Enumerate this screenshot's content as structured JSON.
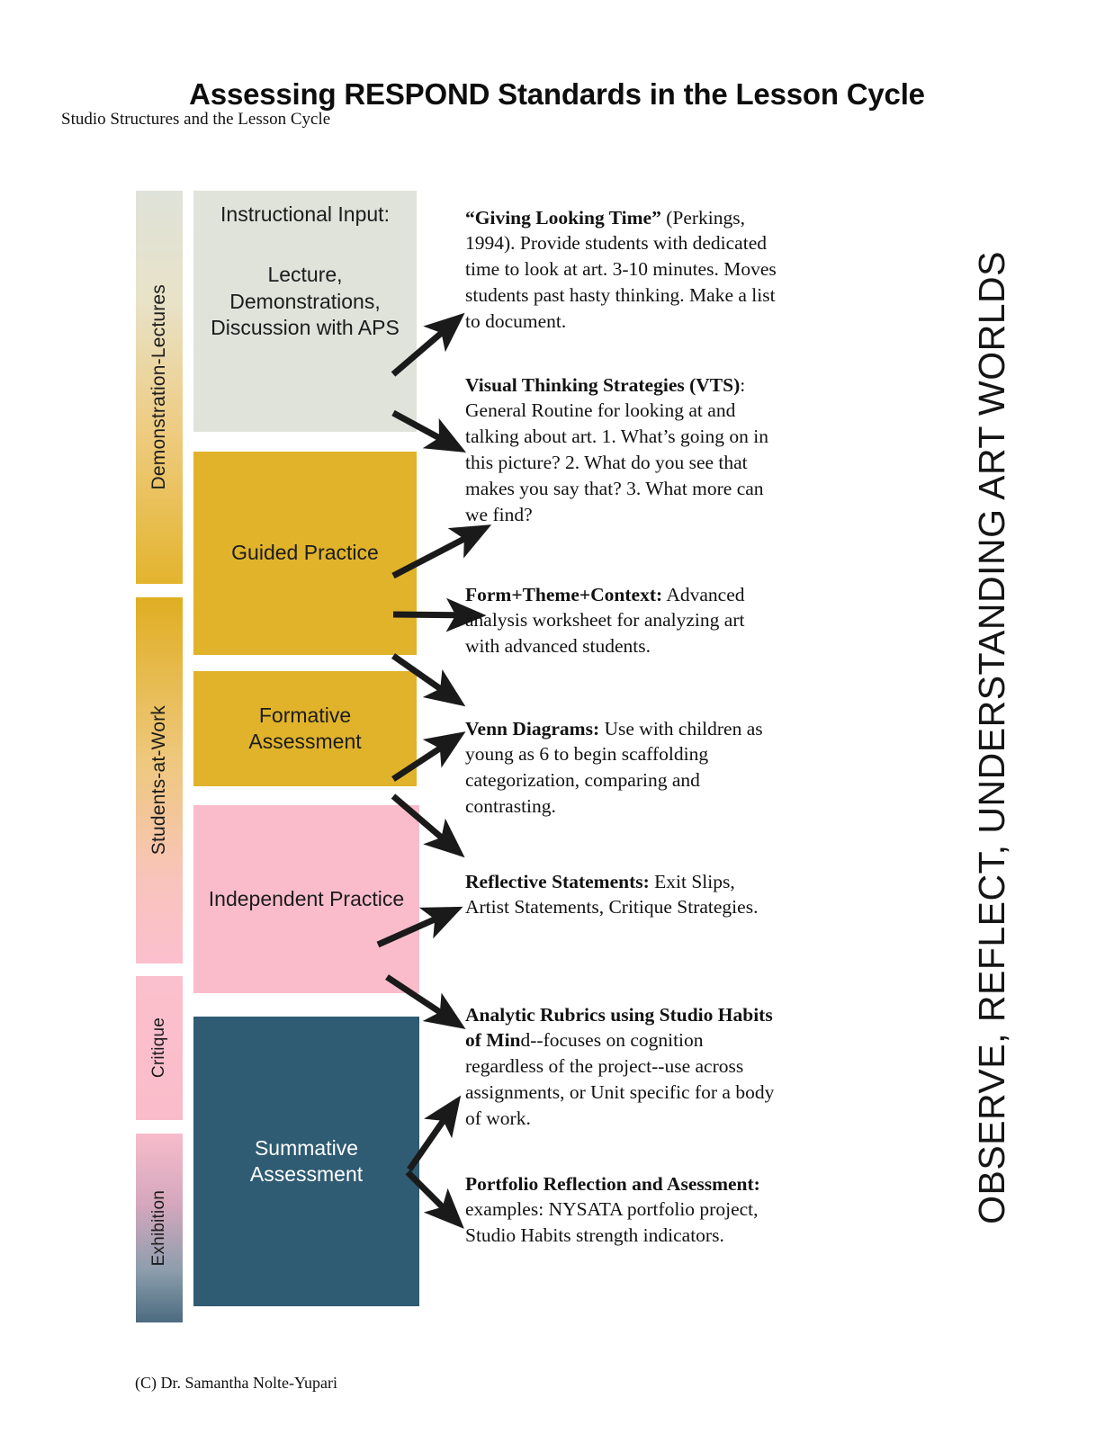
{
  "header": {
    "title": "Assessing RESPOND Standards in the Lesson Cycle",
    "subtitle": "Studio Structures and the Lesson Cycle"
  },
  "phases": [
    {
      "label": "Demonstration-Lectures",
      "gradient_from": "#dfe2d9",
      "gradient_to": "#e3b42e"
    },
    {
      "label": "Students-at-Work",
      "gradient_from": "#e0ae22",
      "gradient_to": "#fbc0ce"
    },
    {
      "label": "Critique",
      "gradient_from": "#fbc0cd",
      "gradient_to": "#fabcca"
    },
    {
      "label": "Exhibition",
      "gradient_from": "#f7bccb",
      "gradient_to": "#4b6b80"
    }
  ],
  "stages": [
    {
      "heading": "Instructional Input:",
      "body": "Lecture, Demonstrations, Discussion with APS",
      "color": "#dfe3da",
      "text_color": "#1c1c1c"
    },
    {
      "label": "Guided Practice",
      "color": "#e0b32b",
      "text_color": "#1c1c1c"
    },
    {
      "label": "Formative Assessment",
      "color": "#e0b32b",
      "text_color": "#1c1c1c"
    },
    {
      "label": "Independent Practice",
      "color": "#fabccb",
      "text_color": "#1c1c1c"
    },
    {
      "label": "Summative Assessment",
      "color": "#2f5c73",
      "text_color": "#ffffff"
    }
  ],
  "notes": [
    {
      "title": "“Giving Looking Time”",
      "rest": " (Perkings, 1994).  Provide students with dedicated time to look at art. 3-10 minutes. Moves students past hasty thinking. Make a list to document."
    },
    {
      "title": "Visual Thinking Strategies (VTS)",
      "rest": ": General Routine for looking at and talking about art.  1. What’s going on in this picture? 2. What do you see that makes you say that? 3. What more can we find?"
    },
    {
      "title": "Form+Theme+Context:",
      "rest": "  Advanced analysis worksheet for analyzing art with advanced students."
    },
    {
      "title": "Venn Diagrams:",
      "rest": "  Use with children as young as 6 to begin scaffolding categorization, comparing and contrasting."
    },
    {
      "title": "Reflective Statements:",
      "rest": " Exit Slips, Artist Statements, Critique Strategies."
    },
    {
      "title": "Analytic Rubrics using Studio Habits of Min",
      "rest": "d--focuses on cognition regardless of the project--use across assignments, or Unit specific for a body of work."
    },
    {
      "title": "Portfolio Reflection and Asessment:",
      "rest": "\nexamples: NYSATA portfolio project, Studio Habits strength indicators."
    }
  ],
  "banner": {
    "text": "OBSERVE, REFLECT, UNDERSTANDING ART WORLDS"
  },
  "footer": {
    "credit": "(C) Dr. Samantha Nolte-Yupari"
  },
  "colors": {
    "gold": "#e0b32b",
    "pink": "#fabccb",
    "deep_blue": "#2f5c73",
    "sage": "#dfe3da",
    "arrow": "#1a1a1a"
  }
}
